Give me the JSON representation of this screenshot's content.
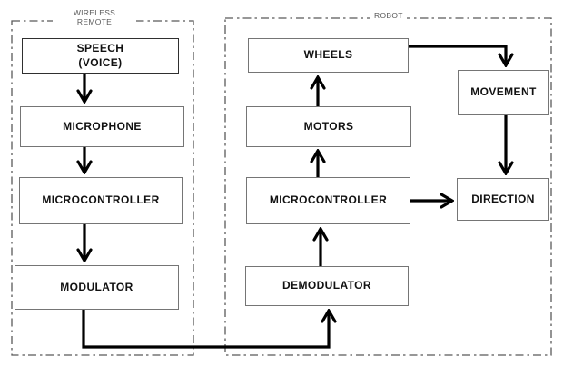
{
  "diagram": {
    "title_note": "",
    "groups": {
      "wireless_remote": {
        "label": "WIRELESS\nREMOTE"
      },
      "robot": {
        "label": "ROBOT"
      }
    },
    "nodes": {
      "speech": {
        "label": "SPEECH\n(VOICE)"
      },
      "microphone": {
        "label": "MICROPHONE"
      },
      "microcontroller_remote": {
        "label": "MICROCONTROLLER"
      },
      "modulator": {
        "label": "MODULATOR"
      },
      "wheels": {
        "label": "WHEELS"
      },
      "motors": {
        "label": "MOTORS"
      },
      "microcontroller_robot": {
        "label": "MICROCONTROLLER"
      },
      "demodulator": {
        "label": "DEMODULATOR"
      },
      "movement": {
        "label": "MOVEMENT"
      },
      "direction": {
        "label": "DIRECTION"
      }
    },
    "edges": [
      {
        "from": "speech",
        "to": "microphone"
      },
      {
        "from": "microphone",
        "to": "microcontroller_remote"
      },
      {
        "from": "microcontroller_remote",
        "to": "modulator"
      },
      {
        "from": "modulator",
        "to": "demodulator"
      },
      {
        "from": "demodulator",
        "to": "microcontroller_robot"
      },
      {
        "from": "microcontroller_robot",
        "to": "motors"
      },
      {
        "from": "motors",
        "to": "wheels"
      },
      {
        "from": "wheels",
        "to": "movement"
      },
      {
        "from": "movement",
        "to": "direction"
      },
      {
        "from": "microcontroller_robot",
        "to": "direction"
      }
    ],
    "colors": {
      "arrow": "#000000",
      "box_border": "#757575",
      "group_border": "#595959",
      "text": "#111111",
      "group_label_text": "#595959",
      "background": "#ffffff"
    }
  }
}
